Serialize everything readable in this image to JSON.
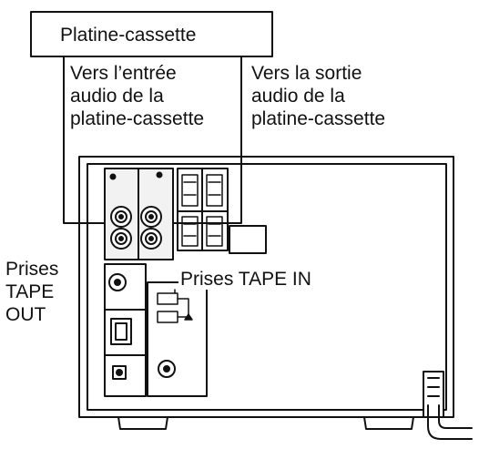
{
  "deck_box": {
    "label": "Platine-cassette"
  },
  "to_deck_input": {
    "lines": [
      "Vers l’entrée",
      "audio de la",
      "platine-cassette"
    ]
  },
  "to_deck_output": {
    "lines": [
      "Vers la sortie",
      "audio de la",
      "platine-cassette"
    ]
  },
  "tape_out": {
    "lines": [
      "Prises",
      "TAPE",
      "OUT"
    ]
  },
  "tape_in": {
    "label": "Prises TAPE IN"
  },
  "colors": {
    "line": "#111111",
    "panel_fill": "#f2f2f2",
    "background": "#ffffff"
  },
  "icons": {
    "rca_jack": "rca-jack-icon",
    "speaker_terminal": "speaker-terminal-icon",
    "ac_cord": "ac-cord-icon",
    "foot": "foot-icon"
  }
}
